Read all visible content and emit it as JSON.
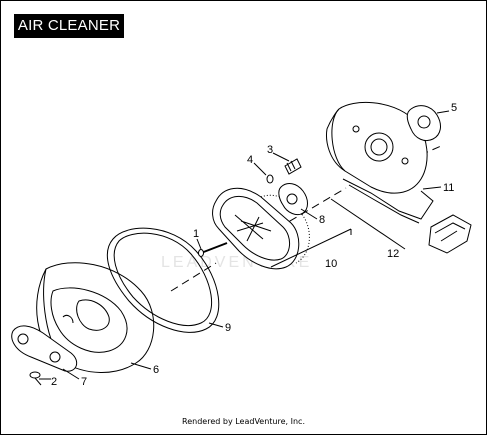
{
  "title": "AIR CLEANER",
  "watermark": "LEADVENTURE",
  "footer": "Rendered by LeadVenture, Inc.",
  "callouts": [
    "1",
    "2",
    "3",
    "4",
    "5",
    "6",
    "7",
    "8",
    "9",
    "10",
    "11",
    "12"
  ]
}
